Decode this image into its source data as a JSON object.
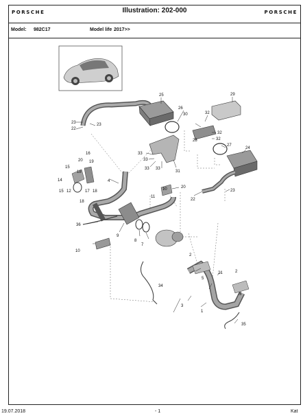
{
  "header": {
    "logo_left": "PORSCHE",
    "title": "Illustration: 202-000",
    "logo_right": "PORSCHE"
  },
  "model_bar": {
    "model_label": "Model:",
    "model_value": "982C17",
    "model_life_label": "Model life",
    "model_life_value": "2017>>"
  },
  "diagram": {
    "callouts": [
      "1",
      "2",
      "2",
      "3",
      "3",
      "4",
      "5",
      "7",
      "8",
      "9",
      "10",
      "11",
      "12",
      "13",
      "14",
      "15",
      "15",
      "16",
      "17",
      "18",
      "18",
      "18",
      "19",
      "20",
      "20",
      "21",
      "22",
      "22",
      "23",
      "23",
      "23",
      "24",
      "25",
      "26",
      "27",
      "27",
      "28",
      "29",
      "30",
      "31",
      "32",
      "32",
      "32",
      "33",
      "33",
      "33",
      "33",
      "34",
      "35",
      "36"
    ]
  },
  "footer": {
    "date": "19.07.2018",
    "page": "- 1",
    "right": "Kat"
  },
  "icons": {
    "car": "car-thumbnail"
  }
}
